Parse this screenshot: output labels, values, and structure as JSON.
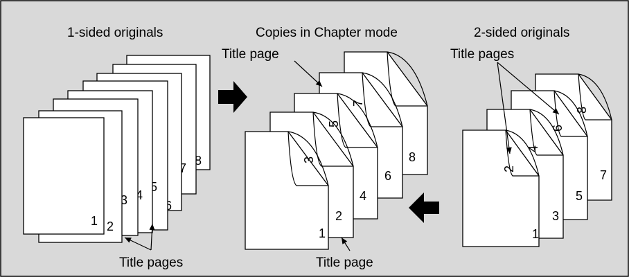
{
  "colors": {
    "background": "#d9d9d9",
    "paper": "#ffffff",
    "ink": "#000000"
  },
  "headings": {
    "one_sided": "1-sided originals",
    "chapter_mode": "Copies in Chapter mode",
    "two_sided": "2-sided originals"
  },
  "labels": {
    "title_pages_left": "Title pages",
    "title_page_center_top": "Title page",
    "title_page_center_bottom": "Title page",
    "title_pages_right": "Title pages"
  },
  "one_sided_pages": [
    "1",
    "2",
    "3",
    "4",
    "5",
    "6",
    "7",
    "8"
  ],
  "chapter_copy_pages": {
    "front": [
      "1",
      "2",
      "4",
      "6",
      "8"
    ],
    "back": [
      "3",
      "5",
      "7"
    ]
  },
  "two_sided_pages": {
    "front": [
      "1",
      "3",
      "5",
      "7"
    ],
    "back": [
      "2",
      "4",
      "6",
      "8"
    ]
  },
  "arrows": {
    "top": {
      "direction": "right",
      "icon": "arrow-right-icon"
    },
    "bottom": {
      "direction": "left",
      "icon": "arrow-left-icon"
    }
  }
}
